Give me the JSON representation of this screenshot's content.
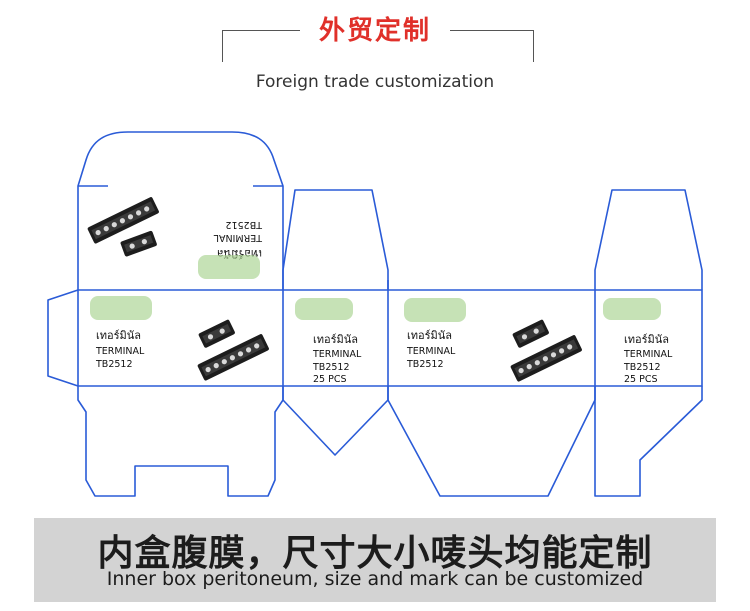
{
  "header": {
    "title": "外贸定制",
    "subtitle": "Foreign trade customization"
  },
  "box": {
    "lid_panel": {
      "thai_label": "เทอร์มินัล",
      "line2": "TERMINAL",
      "line3": "TB2512"
    },
    "panels": [
      {
        "thai_label": "เทอร์มินัล",
        "line2": "TERMINAL",
        "line3": "TB2512",
        "line4": ""
      },
      {
        "thai_label": "เทอร์มินัล",
        "line2": "TERMINAL",
        "line3": "TB2512",
        "line4": "25 PCS"
      },
      {
        "thai_label": "เทอร์มินัล",
        "line2": "TERMINAL",
        "line3": "TB2512",
        "line4": ""
      },
      {
        "thai_label": "เทอร์มินัล",
        "line2": "TERMINAL",
        "line3": "TB2512",
        "line4": "25 PCS"
      }
    ],
    "dieline_color": "#2a5bd7",
    "logo_color": "#a8d28f"
  },
  "banner": {
    "main": "内盒腹膜，尺寸大小唛头均能定制",
    "sub": "Inner box peritoneum, size and mark can be customized"
  }
}
